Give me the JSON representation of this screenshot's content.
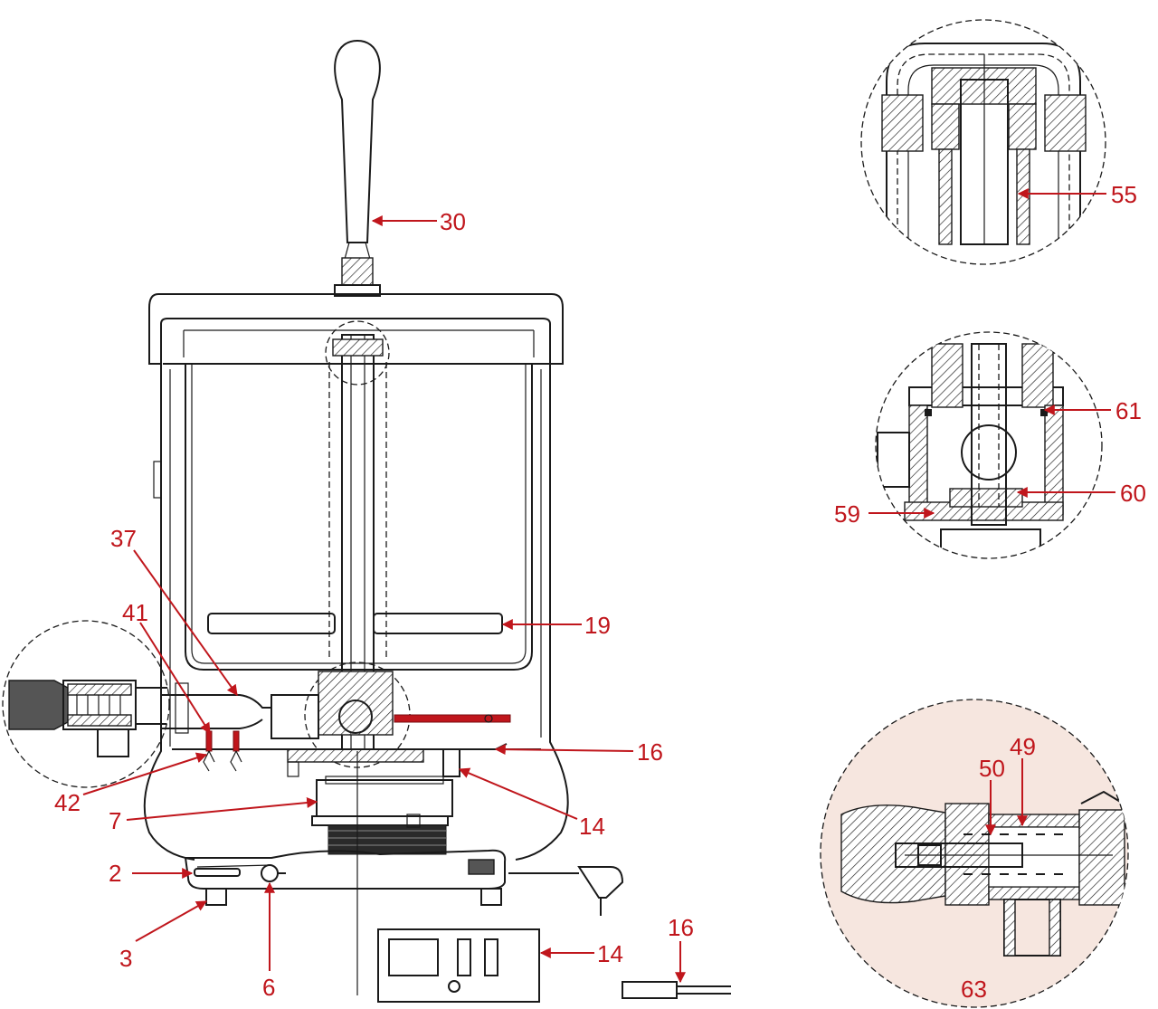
{
  "labels": {
    "l30": "30",
    "l55": "55",
    "l61": "61",
    "l60": "60",
    "l59": "59",
    "l37": "37",
    "l41": "41",
    "l19": "19",
    "l16a": "16",
    "l42": "42",
    "l7": "7",
    "l14a": "14",
    "l50": "50",
    "l49": "49",
    "l2": "2",
    "l3": "3",
    "l6": "6",
    "l14b": "14",
    "l16b": "16",
    "l63": "63"
  },
  "colors": {
    "callout": "#c0161c",
    "line": "#1a1a1a",
    "detail_fill": "#f6e6df"
  }
}
